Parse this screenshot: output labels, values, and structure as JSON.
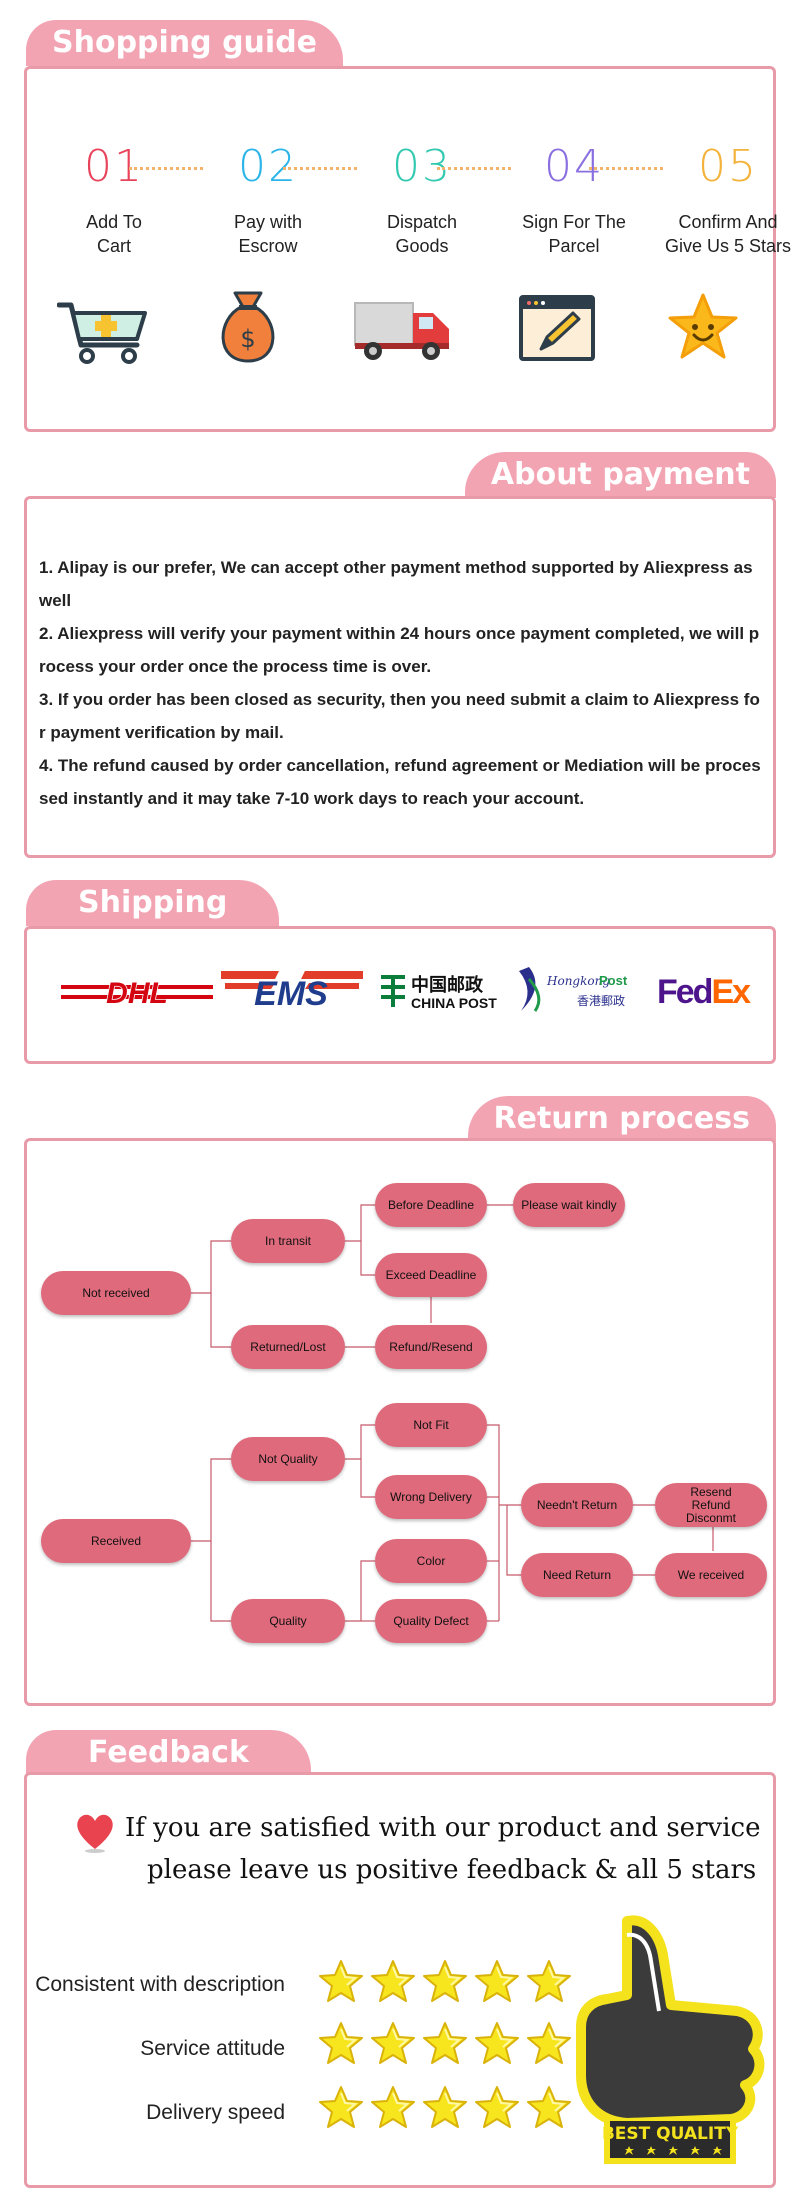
{
  "shopping_guide": {
    "title": "Shopping guide",
    "steps": [
      {
        "num": "01",
        "label1": "Add To",
        "label2": "Cart",
        "color": "#e8435a",
        "icon": "shopping-cart-icon"
      },
      {
        "num": "02",
        "label1": "Pay with",
        "label2": "Escrow",
        "color": "#2bb5e8",
        "icon": "money-bag-icon"
      },
      {
        "num": "03",
        "label1": "Dispatch",
        "label2": "Goods",
        "color": "#32c9b1",
        "icon": "delivery-truck-icon"
      },
      {
        "num": "04",
        "label1": "Sign For The",
        "label2": "Parcel",
        "color": "#8a6fe0",
        "icon": "sign-document-icon"
      },
      {
        "num": "05",
        "label1": "Confirm And",
        "label2": "Give Us 5 Stars",
        "color": "#f3b23a",
        "icon": "smiling-star-icon"
      }
    ]
  },
  "payment": {
    "title": "About payment",
    "items": [
      "1. Alipay is our prefer, We can accept other payment method supported by Aliexpress as well",
      "2. Aliexpress will verify your payment within 24 hours once payment completed, we will process your order once the process time is over.",
      "3. If you order has been closed as security, then you need submit a claim to Aliexpress for payment verification by mail.",
      "4. The refund caused by order cancellation, refund agreement or Mediation will be processed instantly and it may take 7-10 work days to reach your account."
    ]
  },
  "shipping": {
    "title": "Shipping",
    "carriers": {
      "dhl": "DHL",
      "ems": "EMS",
      "china_post_cn": "中国邮政",
      "china_post_en": "CHINA POST",
      "hk_post_en1": "Hongkong",
      "hk_post_en2": "Post",
      "hk_post_cn": "香港郵政",
      "fedex_fed": "Fed",
      "fedex_ex": "Ex"
    }
  },
  "return_process": {
    "title": "Return process",
    "nodes": {
      "not_received": "Not received",
      "in_transit": "In transit",
      "returned_lost": "Returned/Lost",
      "before_deadline": "Before Deadline",
      "please_wait": "Please wait kindly",
      "exceed_deadline": "Exceed Deadline",
      "refund_resend": "Refund/Resend",
      "received": "Received",
      "not_quality": "Not Quality",
      "quality": "Quality",
      "not_fit": "Not Fit",
      "wrong_delivery": "Wrong Delivery",
      "color": "Color",
      "quality_defect": "Quality Defect",
      "neednt_return": "Needn't Return",
      "need_return": "Need Return",
      "resend_1": "Resend",
      "resend_2": "Refund",
      "resend_3": "Disconmt",
      "we_received": "We received"
    }
  },
  "feedback": {
    "title": "Feedback",
    "line1": "If you are satisfied with our product and service",
    "line2": "please leave us positive feedback & all 5 stars",
    "ratings": [
      {
        "label": "Consistent with description",
        "stars": 5
      },
      {
        "label": "Service attitude",
        "stars": 5
      },
      {
        "label": "Delivery speed",
        "stars": 5
      }
    ],
    "badge": "BEST QUALITY"
  },
  "colors": {
    "accent_pink": "#f3a4b3",
    "border_pink": "#e89aa8",
    "node_pink": "#df6a7c",
    "star_yellow": "#f7e51e"
  }
}
